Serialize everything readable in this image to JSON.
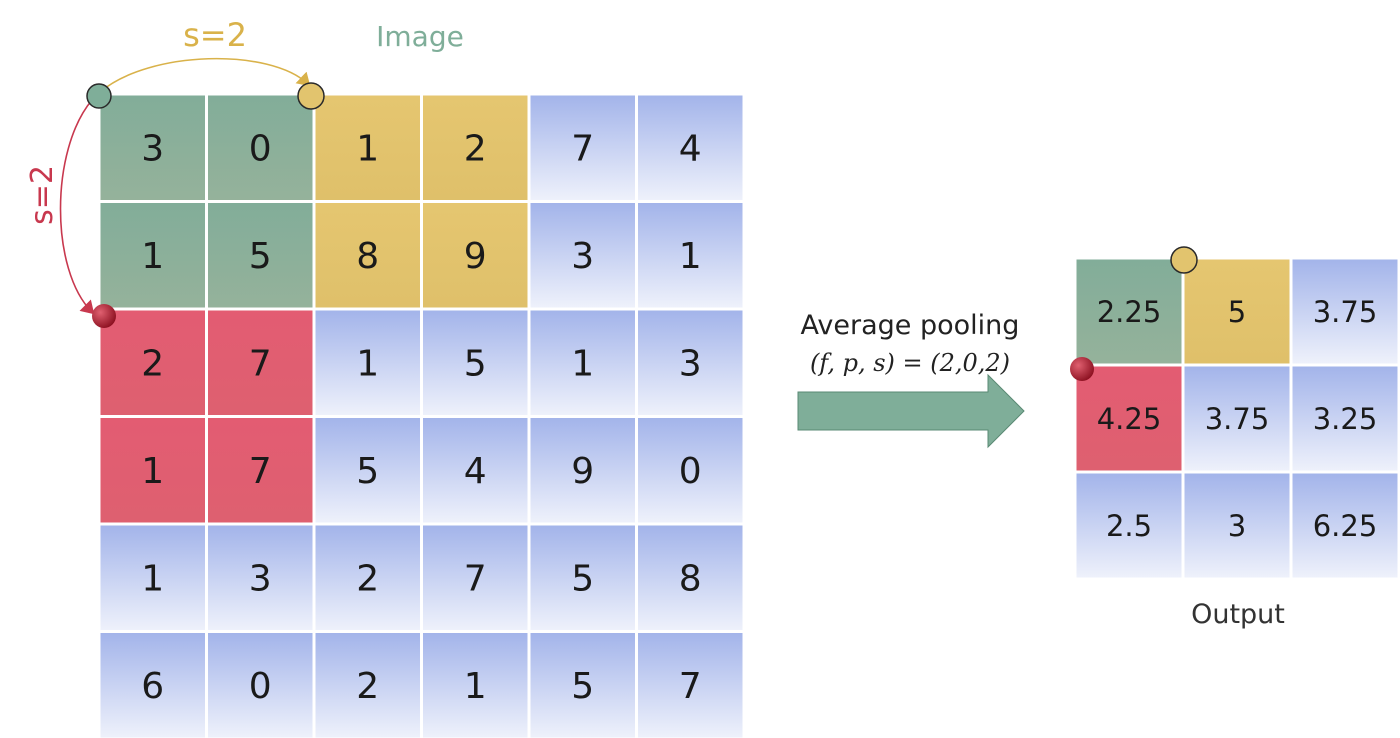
{
  "image_title": "Image",
  "output_title": "Output",
  "stride_horizontal": "s=2",
  "stride_vertical": "s=2",
  "operation": {
    "name": "Average pooling",
    "params": "(f, p, s) = (2,0,2)"
  },
  "input_grid": [
    [
      "3",
      "0",
      "1",
      "2",
      "7",
      "4"
    ],
    [
      "1",
      "5",
      "8",
      "9",
      "3",
      "1"
    ],
    [
      "2",
      "7",
      "1",
      "5",
      "1",
      "3"
    ],
    [
      "1",
      "7",
      "5",
      "4",
      "9",
      "0"
    ],
    [
      "1",
      "3",
      "2",
      "7",
      "5",
      "8"
    ],
    [
      "6",
      "0",
      "2",
      "1",
      "5",
      "7"
    ]
  ],
  "output_grid": [
    [
      "2.25",
      "5",
      "3.75"
    ],
    [
      "4.25",
      "3.75",
      "3.25"
    ],
    [
      "2.5",
      "3",
      "6.25"
    ]
  ],
  "colors": {
    "green": "#86b09d",
    "yellow": "#e2c46e",
    "red": "#e15e72",
    "blue": "#9fb3ea",
    "stride_h": "#d9b24a",
    "stride_v": "#c8384e",
    "title_green": "#7fae99",
    "arrow": "#7fae99"
  }
}
